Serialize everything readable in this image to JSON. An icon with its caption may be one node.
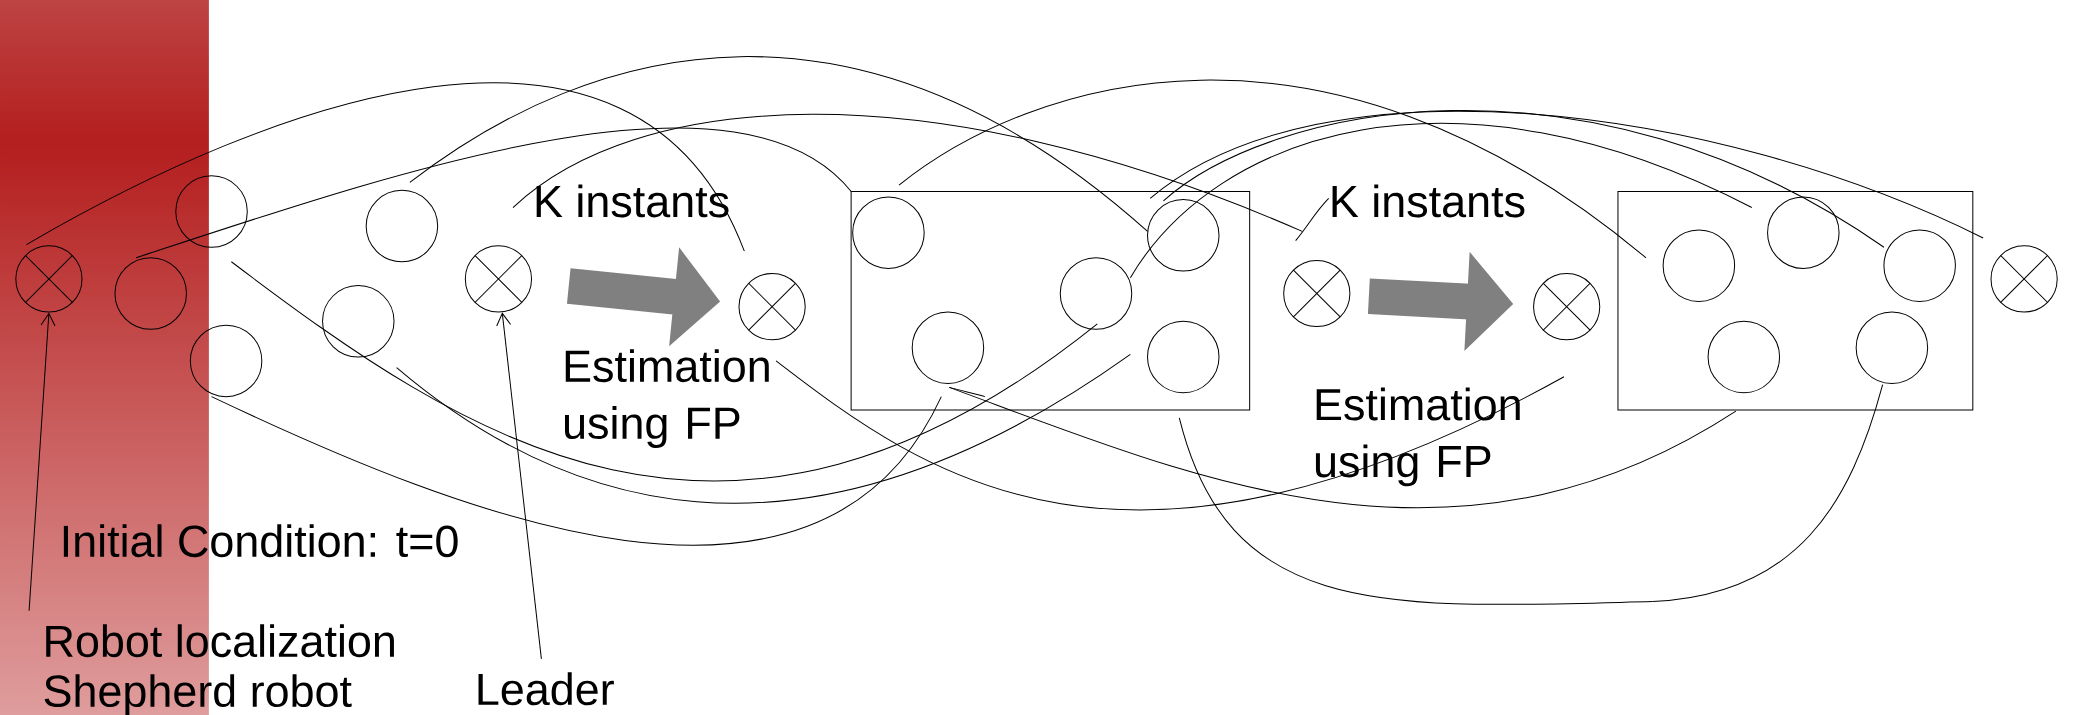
{
  "diagram": {
    "nodes": [
      {
        "text": [],
        "shape": "circle"
      },
      {
        "text": [],
        "shape": "circle"
      },
      {
        "text": [],
        "shape": "circle"
      },
      {
        "text": [],
        "shape": "circle"
      },
      {
        "text": [],
        "shape": "circle"
      },
      {
        "text": [],
        "shape": "circle"
      },
      {
        "text": [],
        "shape": "circle"
      },
      {
        "text": [],
        "shape": "circle"
      },
      {
        "text": [],
        "shape": "box"
      },
      {
        "text": [],
        "shape": "circle",
        "in": 8
      },
      {
        "text": [],
        "shape": "circle",
        "in": 8
      },
      {
        "text": [],
        "shape": "circle",
        "in": 8
      },
      {
        "text": [],
        "shape": "circle",
        "in": 8
      },
      {
        "text": [],
        "shape": "circle",
        "in": 8
      },
      {
        "text": [],
        "shape": "circle"
      },
      {
        "text": [],
        "shape": "circle"
      },
      {
        "text": [],
        "shape": "box"
      },
      {
        "text": [],
        "shape": "circle",
        "in": 16
      },
      {
        "text": [],
        "shape": "circle",
        "in": 16
      },
      {
        "text": [],
        "shape": "circle",
        "in": 16
      },
      {
        "text": [],
        "shape": "circle",
        "in": 16
      },
      {
        "text": [],
        "shape": "circle",
        "in": 16
      },
      {
        "text": [],
        "shape": "circle"
      },
      {
        "text": [
          "Robot localization",
          "Shepherd robot"
        ]
      },
      {
        "text": [
          "Leader"
        ]
      }
    ],
    "edges": [
      {
        "from": 23,
        "to": 0,
        "arrow": "to"
      },
      {
        "from": 24,
        "to": 6,
        "arrow": "to"
      },
      {
        "from": 6,
        "to": 7,
        "arrow": "to",
        "style": "thick",
        "color": "#808080"
      },
      {
        "from": 14,
        "to": 15,
        "arrow": "to",
        "style": "thick",
        "color": "#808080"
      }
    ],
    "labels": [
      "K instants",
      "K instants",
      "Estimation using FP",
      "Estimation using FP",
      "Initial Condition: t=0"
    ]
  }
}
